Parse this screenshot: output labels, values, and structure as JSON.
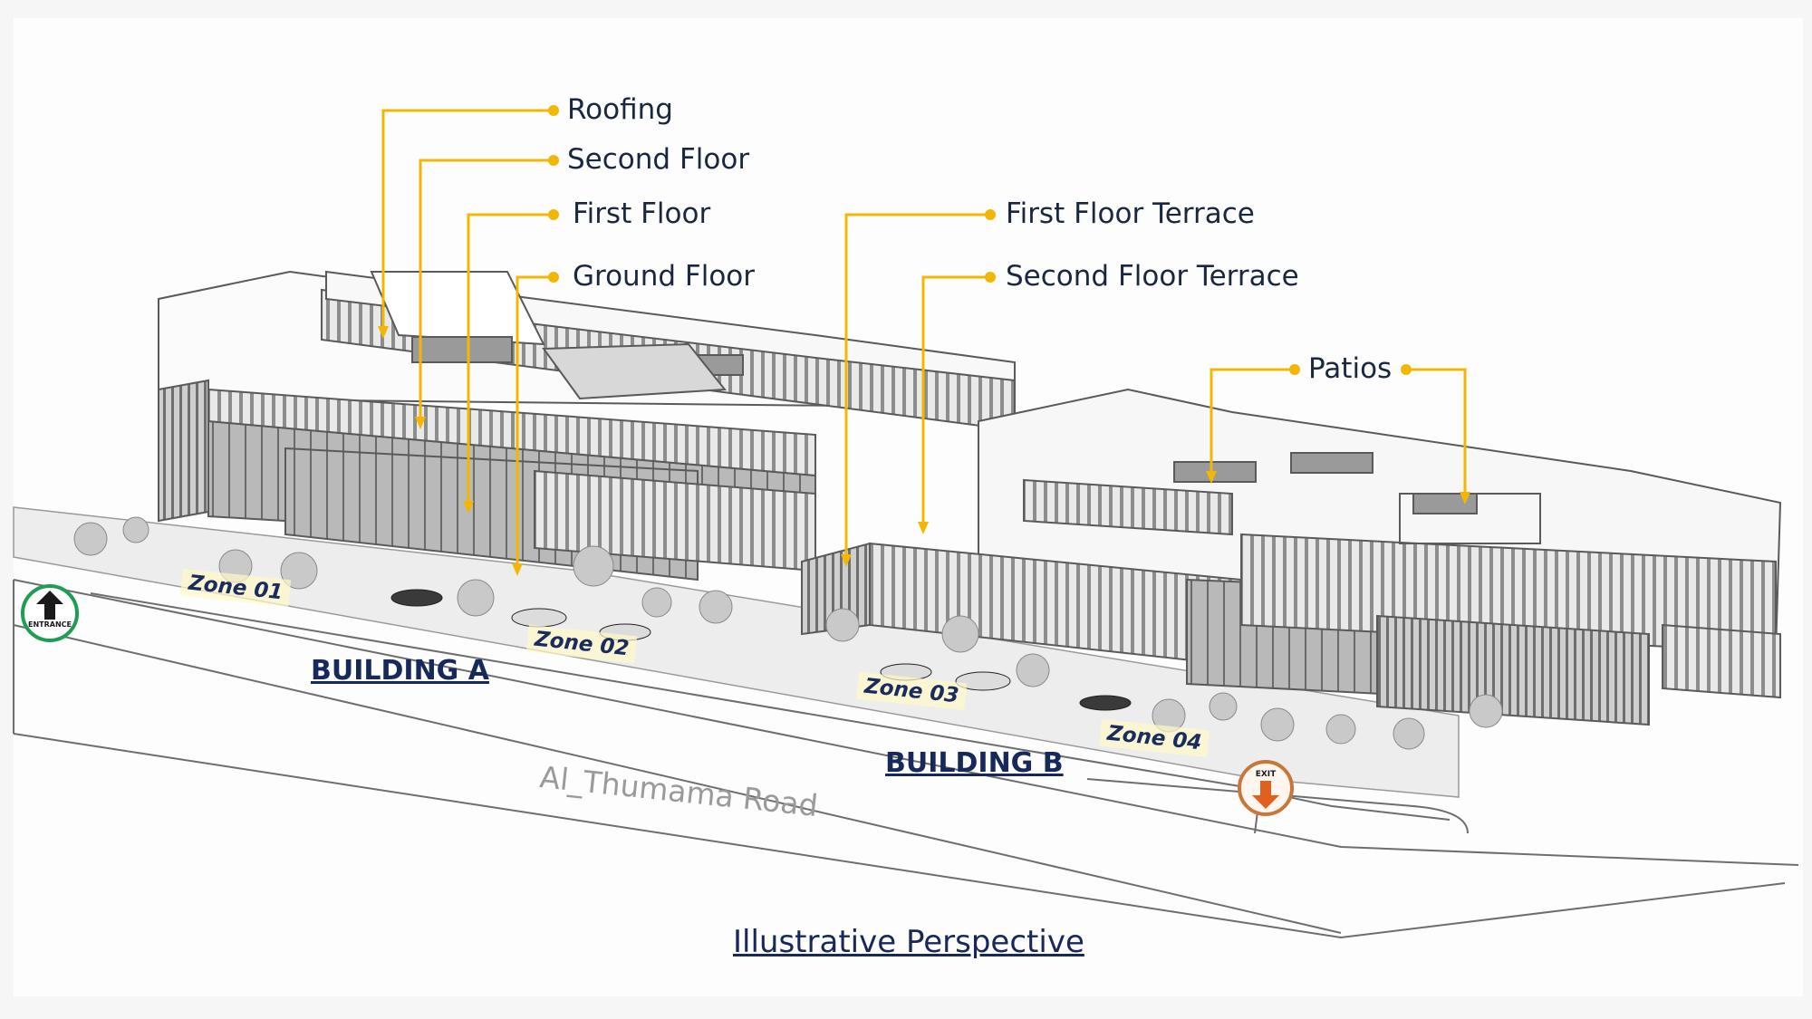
{
  "callouts": {
    "roofing": "Roofing",
    "second_floor": "Second Floor",
    "first_floor": "First Floor",
    "ground_floor": "Ground Floor",
    "first_floor_terrace": "First Floor Terrace",
    "second_floor_terrace": "Second Floor Terrace",
    "patios": "Patios"
  },
  "zones": [
    "Zone 01",
    "Zone 02",
    "Zone 03",
    "Zone 04"
  ],
  "buildings": {
    "a": "BUILDING A",
    "b": "BUILDING B"
  },
  "road": "Al_Thumama Road",
  "entrance": "ENTRANCE",
  "exit": "EXIT",
  "caption": "Illustrative Perspective",
  "colors": {
    "leader": "#f2b705",
    "label_text": "#1a2740",
    "building_label": "#17285a",
    "entrance": "#1f9d55",
    "exit": "#c8773a",
    "road_text": "#9a9a9a"
  }
}
